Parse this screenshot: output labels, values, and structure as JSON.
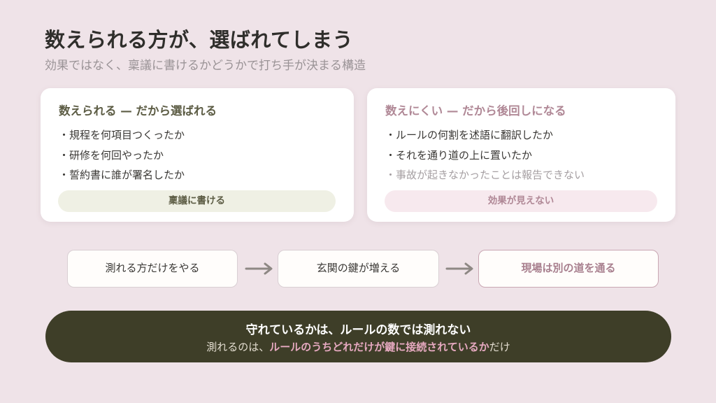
{
  "header": {
    "title": "数えられる方が、選ばれてしまう",
    "subtitle": "効果ではなく、稟議に書けるかどうかで打ち手が決まる構造"
  },
  "cards": {
    "left": {
      "title": "数えられる — だから選ばれる",
      "items": [
        "・規程を何項目つくったか",
        "・研修を何回やったか",
        "・誓約書に誰が署名したか"
      ],
      "pill": "稟議に書ける"
    },
    "right": {
      "title": "数えにくい — だから後回しになる",
      "items": [
        "・ルールの何割を述語に翻訳したか",
        "・それを通り道の上に置いたか",
        "・事故が起きなかったことは報告できない"
      ],
      "pill": "効果が見えない"
    }
  },
  "flow": {
    "step1": "測れる方だけをやる",
    "step2": "玄関の鍵が増える",
    "step3": "現場は別の道を通る"
  },
  "banner": {
    "main": "守れているかは、ルールの数では測れない",
    "sub_prefix": "測れるのは、",
    "sub_highlight": "ルールのうちどれだけが鍵に接続されているか",
    "sub_suffix": "だけ"
  },
  "colors": {
    "background": "#efe3e8",
    "olive_dark": "#3e3e28",
    "olive_text": "#5c5c44",
    "rose_text": "#b08896",
    "highlight_pink": "#e6a9c0"
  }
}
